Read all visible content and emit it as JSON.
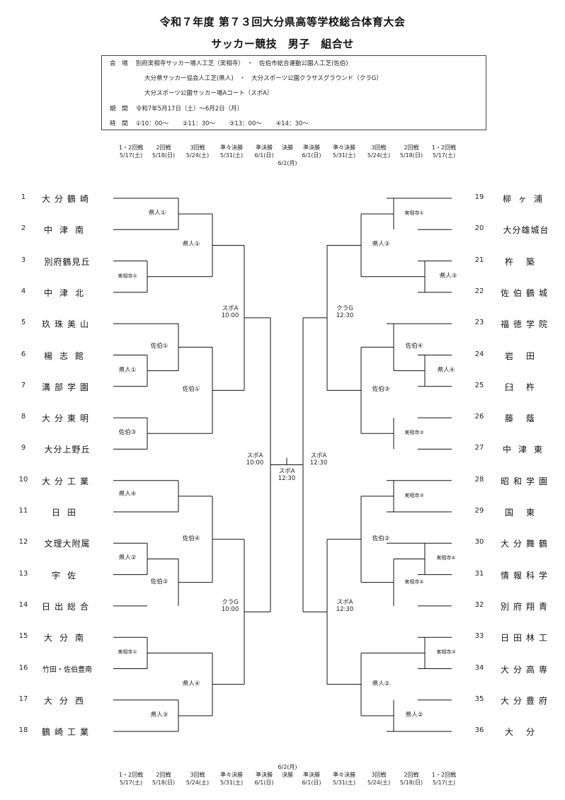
{
  "title": "令和７年度 第７３回大分県高等学校総合体育大会",
  "subtitle": "サッカー競技　男子　組合せ",
  "info": [
    "会　場　 別府実相寺サッカー場人工芝（実相寺）　・　佐伯市総合運動公園人工芝(佐伯)",
    "大分県サッカー協会人工芝(県人)　・　大分スポーツ公園クラサスグラウンド（クラG）",
    "大分スポーツ公園サッカー場Aコート（スポA）",
    "期　間　 令和7年5月17日（土）～6月2日（月）",
    "時　間　 ①10：00～　　 ②11：30～　　 ③13：00～　　 ④14：30～"
  ],
  "schedule_header": [
    {
      "round": "1・2回戦",
      "date": "5/17(土)"
    },
    {
      "round": "2回戦",
      "date": "5/18(日)"
    },
    {
      "round": "3回戦",
      "date": "5/24(土)"
    },
    {
      "round": "準々決勝",
      "date": "5/31(土)"
    },
    {
      "round": "準決勝",
      "date": "6/1(日)"
    },
    {
      "round": "決勝",
      "date": "6/2(月)"
    },
    {
      "round": "準決勝",
      "date": "6/1(日)"
    },
    {
      "round": "準々決勝",
      "date": "5/31(土)"
    },
    {
      "round": "3回戦",
      "date": "5/24(土)"
    },
    {
      "round": "2回戦",
      "date": "5/18(日)"
    },
    {
      "round": "1・2回戦",
      "date": "5/17(土)"
    }
  ],
  "left_teams": [
    {
      "no": "1",
      "name": "大分鶴崎"
    },
    {
      "no": "2",
      "name": "中津南"
    },
    {
      "no": "3",
      "name": "別府鶴見丘"
    },
    {
      "no": "4",
      "name": "中津北"
    },
    {
      "no": "5",
      "name": "玖珠美山"
    },
    {
      "no": "6",
      "name": "楊志館"
    },
    {
      "no": "7",
      "name": "溝部学園"
    },
    {
      "no": "8",
      "name": "大分東明"
    },
    {
      "no": "9",
      "name": "大分上野丘"
    },
    {
      "no": "10",
      "name": "大分工業"
    },
    {
      "no": "11",
      "name": "日田"
    },
    {
      "no": "12",
      "name": "文理大附属"
    },
    {
      "no": "13",
      "name": "宇佐"
    },
    {
      "no": "14",
      "name": "日出総合"
    },
    {
      "no": "15",
      "name": "大分南"
    },
    {
      "no": "16",
      "name": "竹田・佐伯豊南"
    },
    {
      "no": "17",
      "name": "大分西"
    },
    {
      "no": "18",
      "name": "鶴崎工業"
    }
  ],
  "right_teams": [
    {
      "no": "19",
      "name": "柳ヶ浦"
    },
    {
      "no": "20",
      "name": "大分雄城台"
    },
    {
      "no": "21",
      "name": "杵築"
    },
    {
      "no": "22",
      "name": "佐伯鶴城"
    },
    {
      "no": "23",
      "name": "福徳学院"
    },
    {
      "no": "24",
      "name": "岩田"
    },
    {
      "no": "25",
      "name": "臼杵"
    },
    {
      "no": "26",
      "name": "藤蔭"
    },
    {
      "no": "27",
      "name": "中津東"
    },
    {
      "no": "28",
      "name": "昭和学園"
    },
    {
      "no": "29",
      "name": "国東"
    },
    {
      "no": "30",
      "name": "大分舞鶴"
    },
    {
      "no": "31",
      "name": "情報科学"
    },
    {
      "no": "32",
      "name": "別府翔青"
    },
    {
      "no": "33",
      "name": "日田林工"
    },
    {
      "no": "34",
      "name": "大分高専"
    },
    {
      "no": "35",
      "name": "大分豊府"
    },
    {
      "no": "36",
      "name": "大分"
    }
  ],
  "venues": {
    "l_r1_a": "県人①",
    "l_r1_b": "実相寺②",
    "l_r1_c": "県人①",
    "l_r1_d": "佐伯③",
    "l_r1_e": "県人④",
    "l_r1_f": "県人②",
    "l_r1_g": "実相寺①",
    "l_r1_h": "県人③",
    "l_r2_a": "県人①",
    "l_r2_b": "佐伯①",
    "l_r2_c": "佐伯①",
    "l_r2_d": "佐伯④",
    "l_r2_e": "佐伯②",
    "l_r2_f": "県人④",
    "l_qf_a": "スポA",
    "l_qf_a_time": "10:00",
    "l_qf_b": "クラG",
    "l_qf_b_time": "10:00",
    "l_sf": "スポA",
    "l_sf_time": "10:00",
    "final": "スポA",
    "final_time": "12:30",
    "r_sf": "スポA",
    "r_sf_time": "12:30",
    "r_qf_a": "クラG",
    "r_qf_a_time": "12:30",
    "r_qf_b": "スポA",
    "r_qf_b_time": "12:30",
    "r_r1_a": "実相寺①",
    "r_r1_b": "県人③",
    "r_r1_c": "県人④",
    "r_r1_d": "実相寺②",
    "r_r1_e": "実相寺③",
    "r_r1_f": "実相寺④",
    "r_r1_g": "実相寺③",
    "r_r1_h": "県人②",
    "r_r2_a": "県人③",
    "r_r2_b": "佐伯④",
    "r_r2_c": "佐伯③",
    "r_r2_d": "実相寺④",
    "r_r2_e": "佐伯②",
    "r_r2_f": "県人②"
  }
}
